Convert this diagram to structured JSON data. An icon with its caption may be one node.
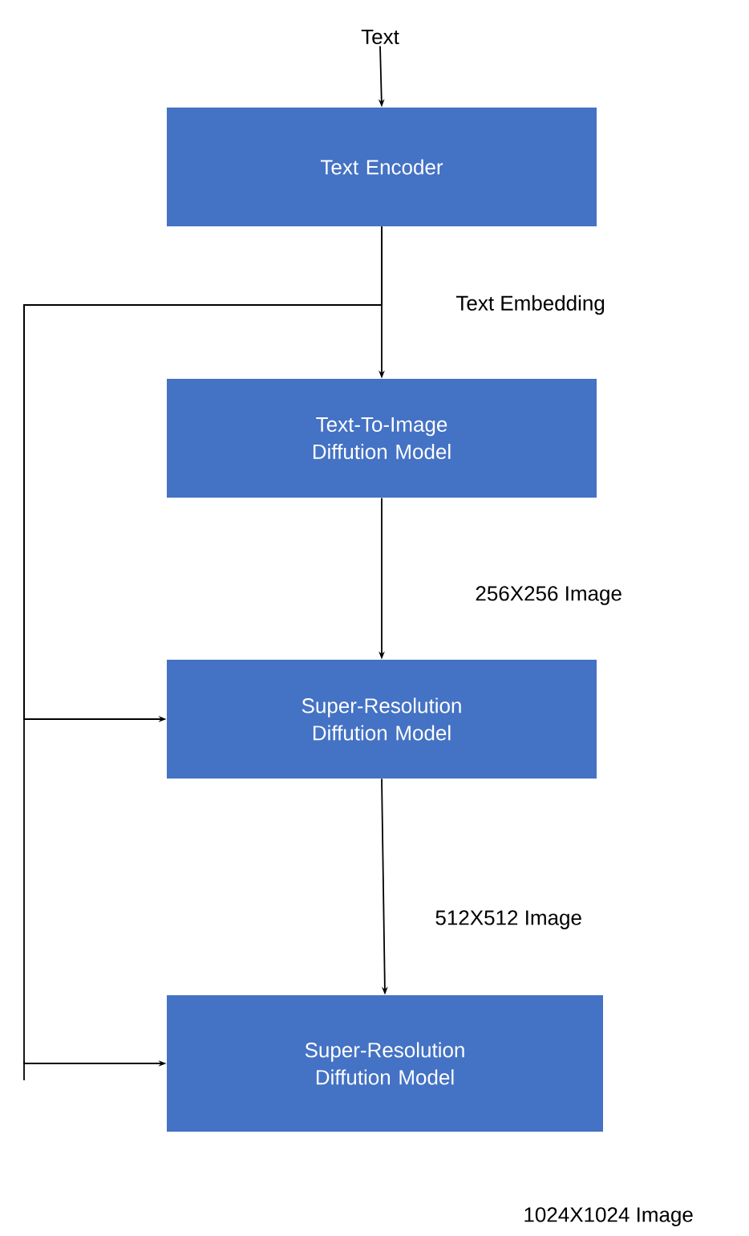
{
  "diagram": {
    "nodes": [
      {
        "text": [
          "Text"
        ]
      },
      {
        "text": [
          "Text Encoder"
        ]
      },
      {
        "text": [
          "Text-To-Image Diffution Model"
        ]
      },
      {
        "text": [
          "Super-Resolution Diffution Model"
        ]
      },
      {
        "text": [
          "Super-Resolution Diffution Model"
        ]
      }
    ],
    "edges": [
      {
        "from": 0,
        "to": 1,
        "arrow": "to"
      },
      {
        "from": 1,
        "to": 2,
        "arrow": "to",
        "label": "Text Embedding"
      },
      {
        "from": 2,
        "to": 3,
        "arrow": "to",
        "label": "256X256 Image"
      },
      {
        "from": 3,
        "to": 4,
        "arrow": "to",
        "label": "512X512 Image"
      },
      {
        "from": 1,
        "to": 3,
        "arrow": "to"
      },
      {
        "from": 1,
        "to": 4,
        "arrow": "to"
      }
    ],
    "labels": [
      "1024X1024 Image"
    ]
  }
}
